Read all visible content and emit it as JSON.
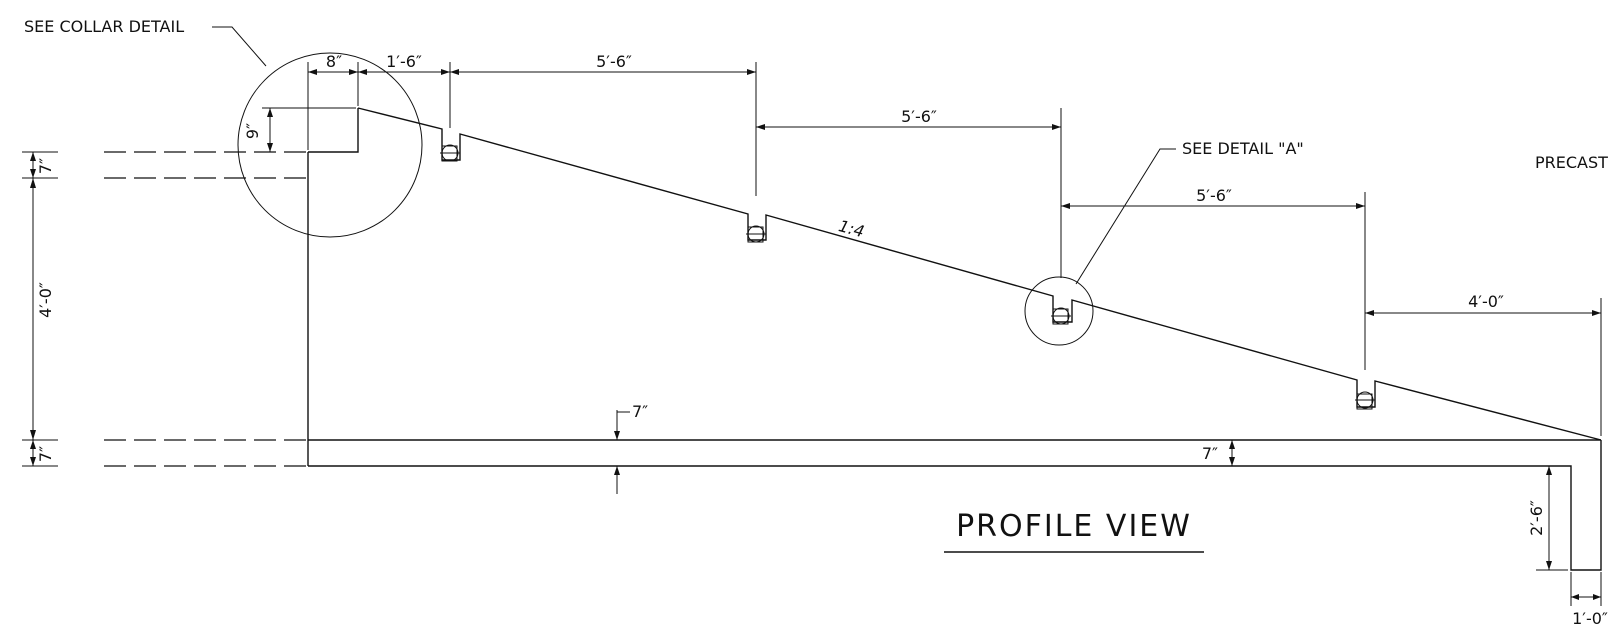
{
  "drawing": {
    "title": "PROFILE VIEW",
    "slope_label": "1:4",
    "callouts": {
      "collar": "SEE COLLAR DETAIL",
      "detail_a": "SEE DETAIL \"A\"",
      "precast": "PRECAST"
    },
    "dimensions": {
      "collar_width": "8″",
      "first_spacing": "1′-6″",
      "spacing_1": "5′-6″",
      "spacing_2": "5′-6″",
      "spacing_3": "5′-6″",
      "end_spacing": "4′-0″",
      "collar_height": "9″",
      "top_slab": "7″",
      "height": "4′-0″",
      "bottom_slab": "7″",
      "slab_thickness": "7″",
      "slab_inner": "7″",
      "toe_depth": "2′-6″",
      "toe_width": "1′-0″"
    }
  }
}
